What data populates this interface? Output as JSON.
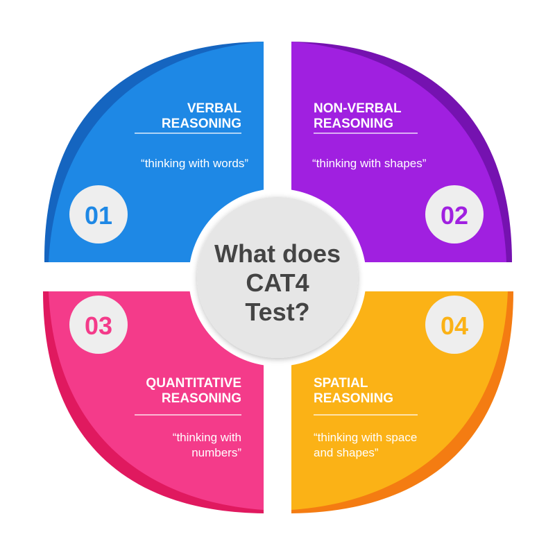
{
  "center": {
    "line1": "What does",
    "line2": "CAT4",
    "line3": "Test?"
  },
  "segments": [
    {
      "number": "01",
      "title_line1": "VERBAL",
      "title_line2": "REASONING",
      "tagline_line1": "“thinking with words”",
      "tagline_line2": "",
      "color": "#1e88e5",
      "edge_color": "#1565c0"
    },
    {
      "number": "02",
      "title_line1": "NON-VERBAL",
      "title_line2": "REASONING",
      "tagline_line1": "“thinking with shapes”",
      "tagline_line2": "",
      "color": "#a020e0",
      "edge_color": "#7512b0"
    },
    {
      "number": "03",
      "title_line1": "QUANTITATIVE",
      "title_line2": "REASONING",
      "tagline_line1": "“thinking with",
      "tagline_line2": "numbers”",
      "color": "#f43b8a",
      "edge_color": "#e0195f"
    },
    {
      "number": "04",
      "title_line1": "SPATIAL",
      "title_line2": "REASONING",
      "tagline_line1": "“thinking with space",
      "tagline_line2": "and shapes”",
      "color": "#fbb216",
      "edge_color": "#f47c12"
    }
  ],
  "colors": {
    "number_text": "#6a2bd4",
    "number_bg": "#eeeeee",
    "center_bg": "#e6e6e6",
    "center_text": "#444444",
    "white": "#ffffff"
  }
}
